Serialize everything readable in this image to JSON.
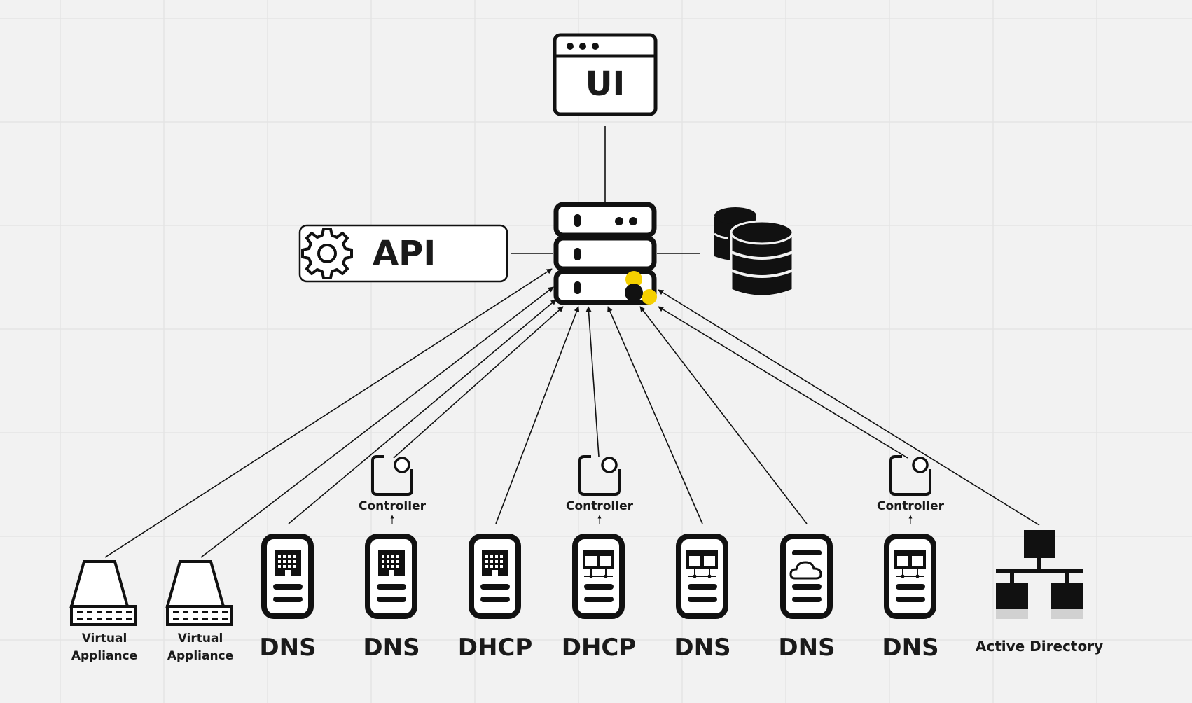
{
  "ui_label": "UI",
  "api_label": "API",
  "controller_label": "Controller",
  "nodes": [
    {
      "id": "va1",
      "line1": "Virtual",
      "line2": "Appliance"
    },
    {
      "id": "va2",
      "line1": "Virtual",
      "line2": "Appliance"
    },
    {
      "id": "dns1",
      "label": "DNS"
    },
    {
      "id": "dns2",
      "label": "DNS"
    },
    {
      "id": "dhcp1",
      "label": "DHCP"
    },
    {
      "id": "dhcp2",
      "label": "DHCP"
    },
    {
      "id": "dns3",
      "label": "DNS"
    },
    {
      "id": "dns4",
      "label": "DNS"
    },
    {
      "id": "dns5",
      "label": "DNS"
    },
    {
      "id": "ad",
      "label": "Active Directory"
    }
  ]
}
